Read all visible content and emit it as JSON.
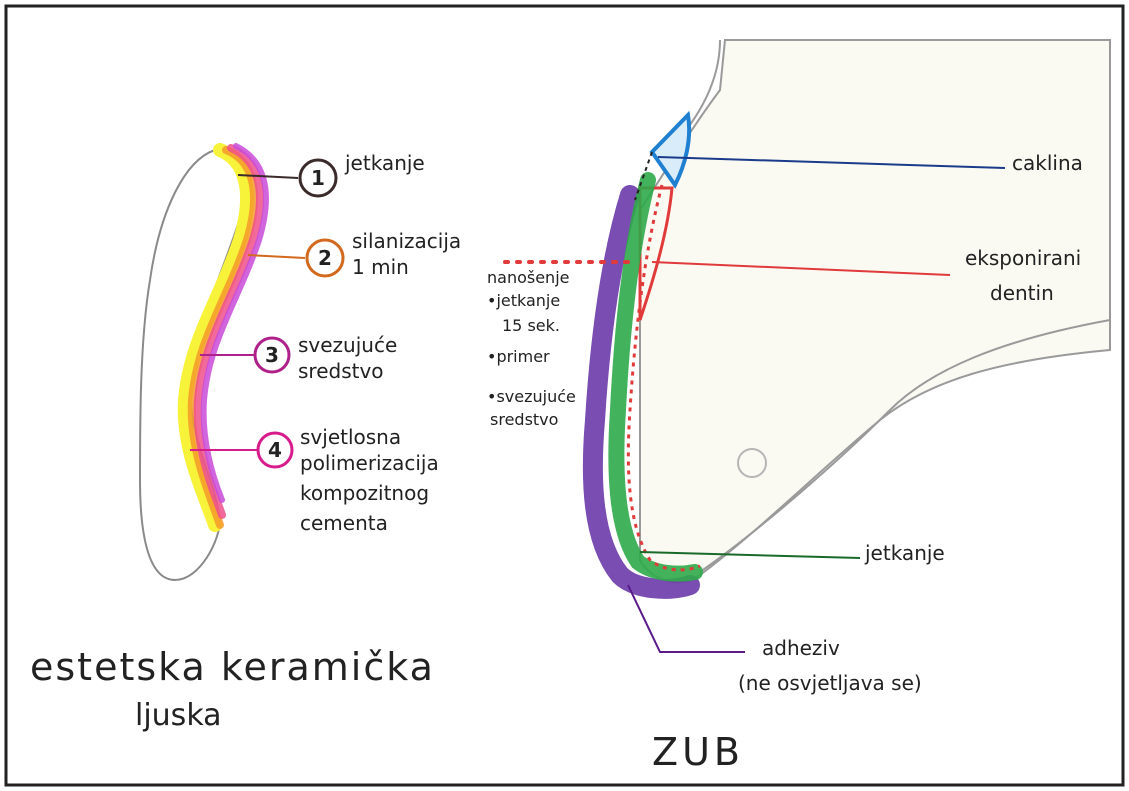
{
  "veneer": {
    "title_line1": "estetska keramička",
    "title_line2": "ljuska",
    "steps": [
      {
        "number": "1",
        "text_lines": [
          "jetkanje"
        ],
        "color": "#3b2a2a"
      },
      {
        "number": "2",
        "text_lines": [
          "silanizacija",
          "1 min"
        ],
        "color": "#d2691e"
      },
      {
        "number": "3",
        "text_lines": [
          "svezujuće",
          "sredstvo"
        ],
        "color": "#b0208a"
      },
      {
        "number": "4",
        "text_lines": [
          "svjetlosna",
          "polimerizacija",
          "kompozitnog",
          "cementa"
        ],
        "color": "#d81b8c"
      }
    ],
    "layer_colors": [
      "#f7f23a",
      "#f59a2a",
      "#f0508a",
      "#c94ad8"
    ]
  },
  "tooth": {
    "title": "ZUB",
    "labels": {
      "caklina": "caklina",
      "dentin_line1": "eksponirani",
      "dentin_line2": "dentin",
      "jetkanje": "jetkanje",
      "adheziv_line1": "adheziv",
      "adheziv_line2": "(ne osvjetljava se)"
    },
    "procedure": {
      "heading": "nanošenje",
      "items": [
        "•jetkanje",
        "15 sek.",
        "•primer",
        "•svezujuće",
        "sredstvo"
      ]
    },
    "colors": {
      "enamel": "#1f7fd0",
      "dentin": "#e03a3a",
      "etch": "#2faa4a",
      "adhesive": "#6a3aa8",
      "enamel_line": "#1a3a8a",
      "etch_line": "#1a6a2a",
      "adhesive_line": "#5a1a8a"
    }
  }
}
